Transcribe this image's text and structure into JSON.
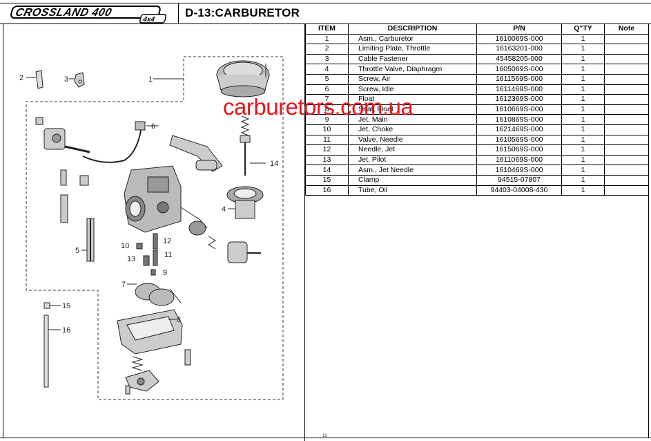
{
  "header": {
    "logo_text": "CROSSLAND 400",
    "logo_sub": "4x4",
    "title": "D-13:CARBURETOR"
  },
  "watermark": "carburetors.com.ua",
  "table": {
    "columns": [
      "ITEM",
      "DESCRIPTION",
      "P/N",
      "Q\"TY",
      "Note"
    ],
    "rows": [
      {
        "item": "1",
        "desc": "Asm., Carburetor",
        "pn": "1610069S-000",
        "qty": "1",
        "note": ""
      },
      {
        "item": "2",
        "desc": "Limiting Plate, Throttle",
        "pn": "16163201-000",
        "qty": "1",
        "note": ""
      },
      {
        "item": "3",
        "desc": "Cable Fastener",
        "pn": "45458205-000",
        "qty": "1",
        "note": ""
      },
      {
        "item": "4",
        "desc": "Throttle Valve, Diaphragm",
        "pn": "1605069S-000",
        "qty": "1",
        "note": ""
      },
      {
        "item": "5",
        "desc": "Screw, Air",
        "pn": "1611569S-000",
        "qty": "1",
        "note": ""
      },
      {
        "item": "6",
        "desc": "Screw, Idle",
        "pn": "1611469S-000",
        "qty": "1",
        "note": ""
      },
      {
        "item": "7",
        "desc": "Float",
        "pn": "1612369S-000",
        "qty": "1",
        "note": ""
      },
      {
        "item": "8",
        "desc": "Seat, Float",
        "pn": "1610669S-000",
        "qty": "1",
        "note": ""
      },
      {
        "item": "9",
        "desc": "Jet, Main",
        "pn": "1610869S-000",
        "qty": "1",
        "note": ""
      },
      {
        "item": "10",
        "desc": "Jet, Choke",
        "pn": "1621469S-000",
        "qty": "1",
        "note": ""
      },
      {
        "item": "11",
        "desc": "Valve, Needle",
        "pn": "1610569S-000",
        "qty": "1",
        "note": ""
      },
      {
        "item": "12",
        "desc": "Needle, Jet",
        "pn": "1615069S-000",
        "qty": "1",
        "note": ""
      },
      {
        "item": "13",
        "desc": "Jet, Pilot",
        "pn": "1611069S-000",
        "qty": "1",
        "note": ""
      },
      {
        "item": "14",
        "desc": "Asm., Jet Needle",
        "pn": "1610469S-000",
        "qty": "1",
        "note": ""
      },
      {
        "item": "15",
        "desc": "Clamp",
        "pn": "94515-07807",
        "qty": "1",
        "note": ""
      },
      {
        "item": "16",
        "desc": "Tube, Oil",
        "pn": "94403-04008-430",
        "qty": "1",
        "note": ""
      }
    ]
  },
  "callouts": [
    "1",
    "2",
    "3",
    "4",
    "5",
    "6",
    "7",
    "8",
    "9",
    "10",
    "11",
    "12",
    "13",
    "14",
    "15",
    "16"
  ],
  "page_number": "15"
}
